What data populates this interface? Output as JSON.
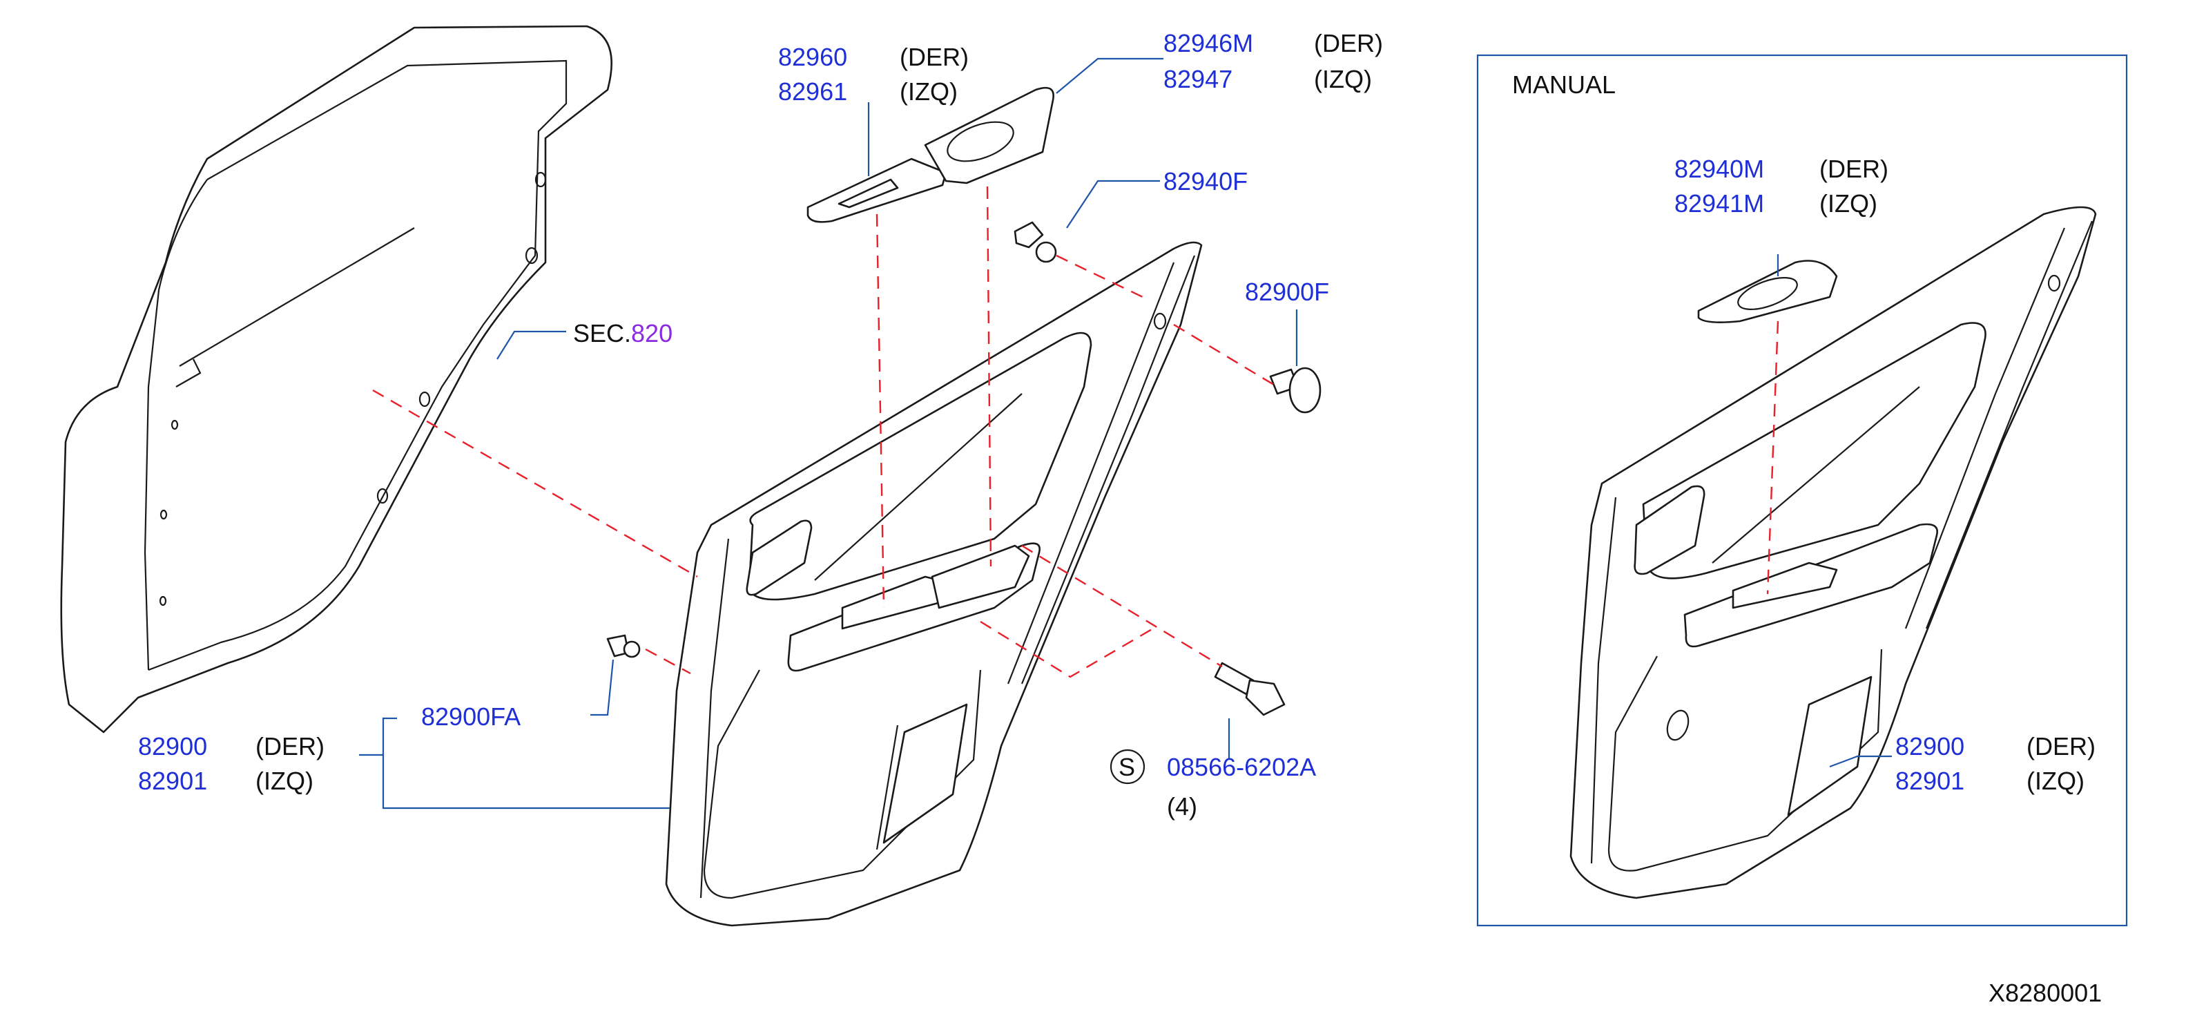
{
  "callouts": {
    "switch_base_der_part": "82960",
    "switch_base_der_side": "(DER)",
    "switch_base_izq_part": "82961",
    "switch_base_izq_side": "(IZQ)",
    "finisher_der_part": "82946M",
    "finisher_der_side": "(DER)",
    "finisher_izq_part": "82947",
    "finisher_izq_side": "(IZQ)",
    "clip_upper_part": "82940F",
    "clip_grommet_part": "82900F",
    "sec_prefix": "SEC.",
    "sec_number": "820",
    "clip_fa_part": "82900FA",
    "trim_der_part": "82900",
    "trim_der_side": "(DER)",
    "trim_izq_part": "82901",
    "trim_izq_side": "(IZQ)",
    "screw_symbol": "S",
    "screw_part": "08566-6202A",
    "screw_qty": "(4)"
  },
  "manual_box": {
    "title": "MANUAL",
    "finisher_der_part": "82940M",
    "finisher_der_side": "(DER)",
    "finisher_izq_part": "82941M",
    "finisher_izq_side": "(IZQ)",
    "trim_der_part": "82900",
    "trim_der_side": "(DER)",
    "trim_izq_part": "82901",
    "trim_izq_side": "(IZQ)"
  },
  "diagram_code": "X8280001",
  "colors": {
    "part_number": "#1f2fd6",
    "leader_line": "#1f55a8",
    "phantom_line": "#e8202a",
    "section_ref": "#8a2be2",
    "outline": "#1a1a1a"
  }
}
